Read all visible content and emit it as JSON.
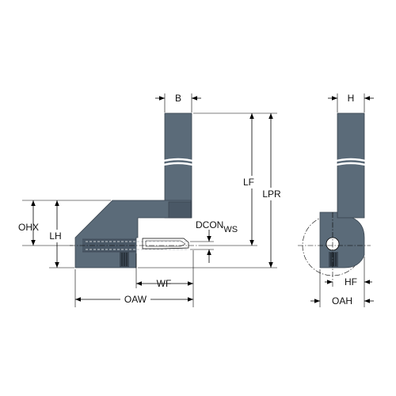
{
  "colors": {
    "body": "#5b6b79",
    "body_dark": "#4a5866",
    "line": "#000000",
    "background": "#ffffff"
  },
  "labels": {
    "b": "B",
    "h": "H",
    "lf": "LF",
    "lpr": "LPR",
    "ohx": "OHX",
    "lh": "LH",
    "dcon": "DCON",
    "dcon_sub": "WS",
    "wf": "WF",
    "oaw": "OAW",
    "hf": "HF",
    "oah": "OAH"
  }
}
